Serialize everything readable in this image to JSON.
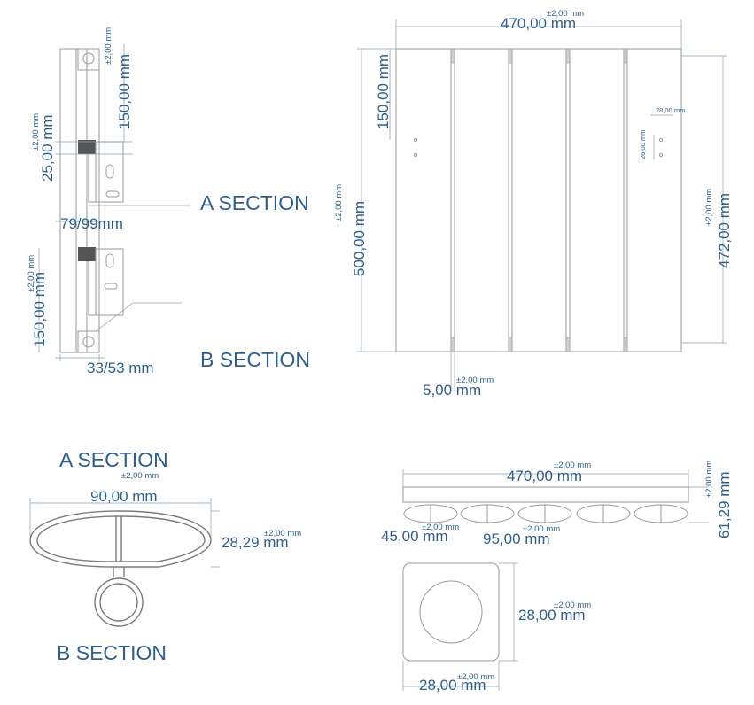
{
  "tolerance": "±2,00 mm",
  "side_view": {
    "tol_label": "±2,00 mm",
    "top_offset": "150,00 mm",
    "bracket_height": "25,00 mm",
    "depth": "79/99mm",
    "bottom_offset": "150,00 mm",
    "wall_gap": "33/53 mm"
  },
  "section_labels": {
    "a": "A SECTION",
    "b": "B SECTION"
  },
  "front_view": {
    "width": "470,00 mm",
    "height": "500,00 mm",
    "bracket_from_top": "150,00 mm",
    "bracket_spacing": "28,00 mm",
    "bracket_hole_spacing": "26,00 mm",
    "rail_height": "472,00 mm",
    "gap": "5,00 mm"
  },
  "section_a": {
    "title": "A SECTION",
    "width": "90,00 mm",
    "height": "28,29 mm"
  },
  "section_b": {
    "title": "B SECTION"
  },
  "top_view": {
    "width": "470,00 mm",
    "depth": "61,29 mm",
    "tube_gap": "45,00 mm",
    "tube_pitch": "95,00 mm"
  },
  "plate": {
    "height": "28,00 mm",
    "width": "28,00 mm"
  },
  "colors": {
    "text": "#2f5f8a",
    "outline": "#9a9a9a",
    "bracket_fill": "#555555"
  }
}
